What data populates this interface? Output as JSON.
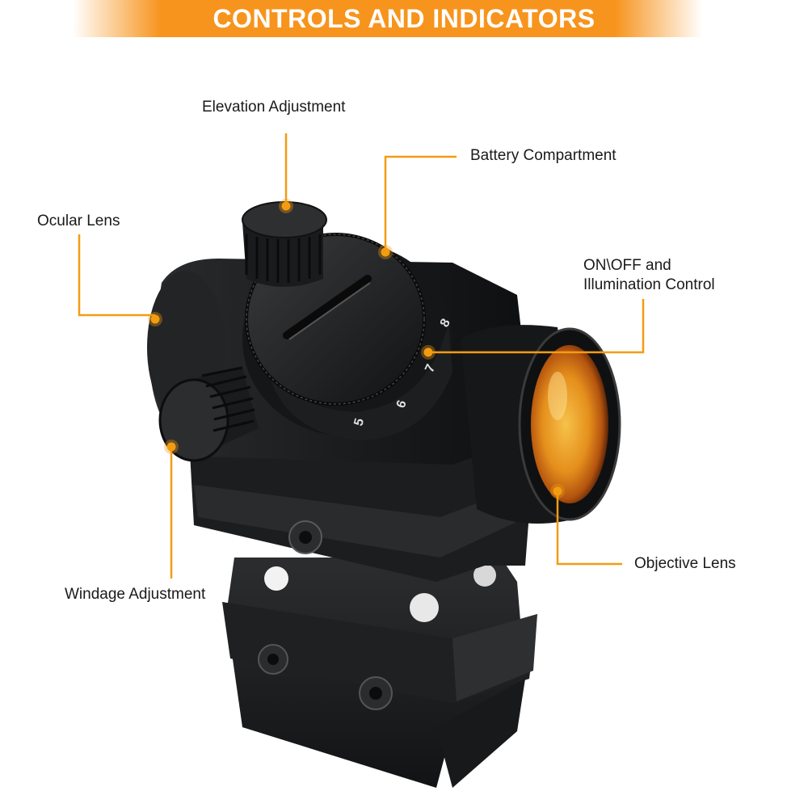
{
  "banner": {
    "title": "CONTROLS AND INDICATORS",
    "color": "#f7941d"
  },
  "callouts": {
    "elevation": "Elevation Adjustment",
    "battery": "Battery Compartment",
    "ocular": "Ocular Lens",
    "onoff_line1": "ON\\OFF and",
    "onoff_line2": "Illumination Control",
    "objective": "Objective Lens",
    "windage": "Windage Adjustment"
  },
  "dial_numbers": [
    "5",
    "6",
    "7",
    "8"
  ],
  "accent_color": "#f39c12",
  "product": "red-dot-sight-scope"
}
